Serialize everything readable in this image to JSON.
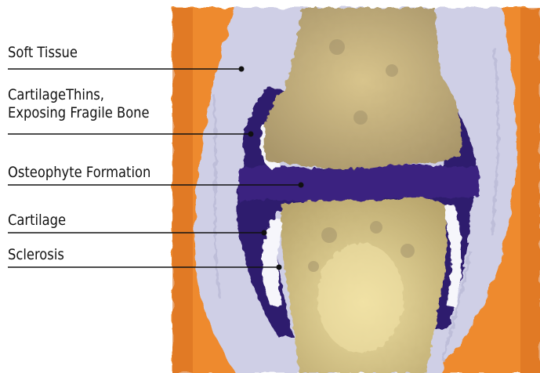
{
  "diagram": {
    "labels": [
      {
        "id": "soft-tissue",
        "lines": [
          "Soft Tissue"
        ]
      },
      {
        "id": "cartilage-thins",
        "lines": [
          "CartilageThins,",
          "Exposing Fragile Bone"
        ]
      },
      {
        "id": "osteophyte",
        "lines": [
          "Osteophyte Formation"
        ]
      },
      {
        "id": "cartilage",
        "lines": [
          "Cartilage"
        ]
      },
      {
        "id": "sclerosis",
        "lines": [
          "Sclerosis"
        ]
      }
    ]
  },
  "colors": {
    "background": "#ffffff",
    "outer_tissue": "#ee8a2e",
    "soft_tissue": "#cfcfe6",
    "bone": "#c7b37d",
    "bone_highlight": "#e9d89a",
    "osteophyte": "#2f1b6e",
    "cartilage": "#f6f6fb",
    "label_text": "#111111",
    "leader_line": "#111111"
  }
}
